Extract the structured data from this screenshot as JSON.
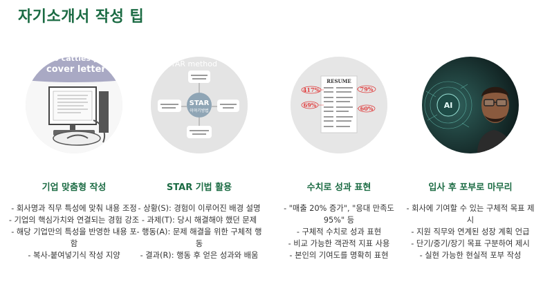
{
  "page": {
    "title": "자기소개서 작성 팁"
  },
  "tips": [
    {
      "heading": "기업 맞춤형 작성",
      "image_text": [
        "ste to catties yo",
        "cover letter"
      ],
      "bullets": [
        "- 회사명과 직무 특성에 맞춰 내용 조정",
        "- 기업의 핵심가치와 연결되는 경험 강조",
        "- 해당 기업만의 특성을 반영한 내용 포함",
        "- 복사-붙여넣기식 작성 지양"
      ]
    },
    {
      "heading": "STAR 기법 활용",
      "image_text": [
        "STAR method",
        "STAR",
        "이야기방법"
      ],
      "bullets": [
        "- 상황(S): 경험이 이루어진 배경 설명",
        "- 과제(T): 당시 해결해야 했던 문제",
        "- 행동(A): 문제 해결을 위한 구체적 행동",
        "- 결과(R): 행동 후 얻은 성과와 배움"
      ]
    },
    {
      "heading": "수치로 성과 표현",
      "image_text": [
        "RESUME",
        "417%",
        "79%",
        "69%",
        "60%"
      ],
      "bullets": [
        "- \"매출 20% 증가\", \"응대 만족도 95%\" 등",
        "- 구체적 수치로 성과 표현",
        "- 비교 가능한 객관적 지표 사용",
        "- 본인의 기여도를 명확히 표현"
      ]
    },
    {
      "heading": "입사 후 포부로 마무리",
      "image_text": [
        "AI"
      ],
      "bullets": [
        "- 회사에 기여할 수 있는 구체적 목표 제시",
        "- 지원 직무와 연계된 성장 계획 언급",
        "- 단기/중기/장기 목표 구분하여 제시",
        "- 실현 가능한 현실적 포부 작성"
      ]
    }
  ],
  "colors": {
    "accent": "#1b6b43",
    "text": "#333333",
    "circle_bg": "#e6e6e6"
  }
}
